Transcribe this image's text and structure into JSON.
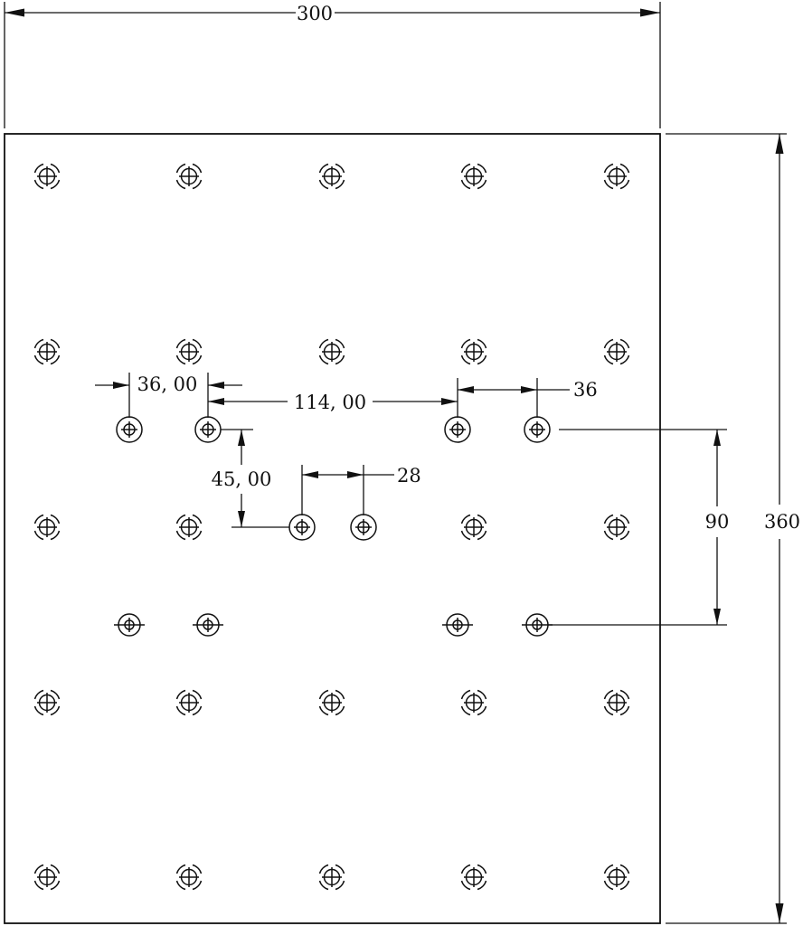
{
  "dimensions": {
    "width_label": "300",
    "height_label": "360",
    "pitch_36_left": "36, 00",
    "span_114": "114, 00",
    "pitch_36_right": "36",
    "vertical_45": "45, 00",
    "pitch_28": "28",
    "vertical_90": "90"
  },
  "symbols": {
    "mounting_hole": "crosshair-hole-icon",
    "counterbore_hole": "counterbore-hole-icon"
  }
}
